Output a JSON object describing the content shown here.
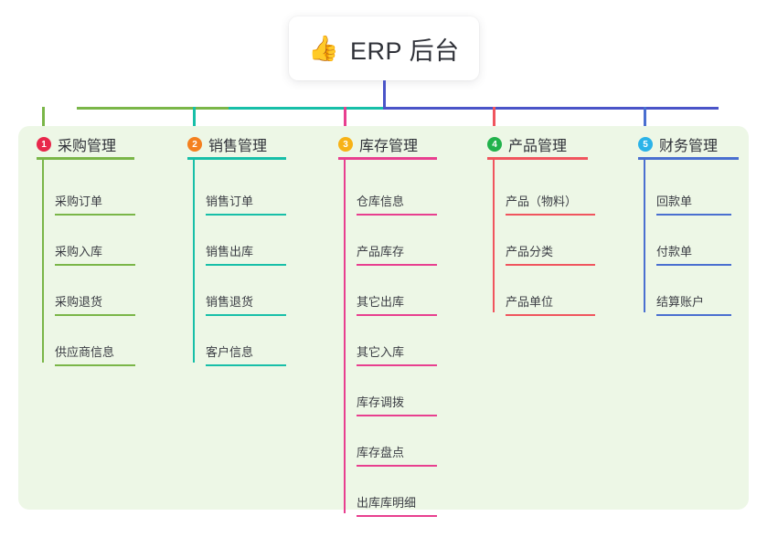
{
  "root": {
    "icon": "thumbs-up-icon",
    "emoji": "👍",
    "title": "ERP 后台"
  },
  "palette": {
    "panel_bg": "#edf7e6",
    "trunk": "#4a54c8",
    "bus_left": "#7ab648",
    "bus_mid": "#17bfa8",
    "bus_right": "#4a54c8"
  },
  "columns": [
    {
      "index": "1",
      "title": "采购管理",
      "badge_color": "#e8274b",
      "line_color": "#7ab648",
      "drop_color": "#7ab648",
      "items": [
        "采购订单",
        "采购入库",
        "采购退货",
        "供应商信息"
      ]
    },
    {
      "index": "2",
      "title": "销售管理",
      "badge_color": "#f4801f",
      "line_color": "#17bfa8",
      "drop_color": "#17bfa8",
      "items": [
        "销售订单",
        "销售出库",
        "销售退货",
        "客户信息"
      ]
    },
    {
      "index": "3",
      "title": "库存管理",
      "badge_color": "#f7b216",
      "line_color": "#e83f8f",
      "drop_color": "#e83f8f",
      "items": [
        "仓库信息",
        "产品库存",
        "其它出库",
        "其它入库",
        "库存调拨",
        "库存盘点",
        "出库库明细"
      ]
    },
    {
      "index": "4",
      "title": "产品管理",
      "badge_color": "#22b24c",
      "line_color": "#f0555e",
      "drop_color": "#f0555e",
      "items": [
        "产品（物料）",
        "产品分类",
        "产品单位"
      ]
    },
    {
      "index": "5",
      "title": "财务管理",
      "badge_color": "#2bb3e8",
      "line_color": "#4a6fd0",
      "drop_color": "#4a6fd0",
      "items": [
        "回款单",
        "付款单",
        "结算账户"
      ]
    }
  ]
}
